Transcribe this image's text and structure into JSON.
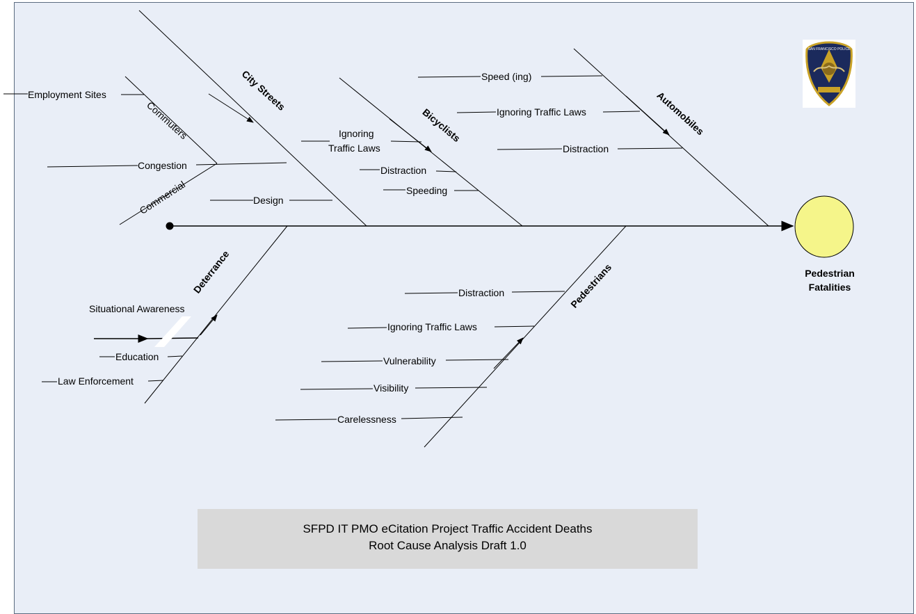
{
  "effect": {
    "line1": "Pedestrian",
    "line2": "Fatalities"
  },
  "title": {
    "line1": "SFPD IT PMO eCitation Project Traffic Accident Deaths",
    "line2": "Root Cause Analysis Draft 1.0"
  },
  "logo": {
    "text": "SAN FRANCISCO POLICE"
  },
  "categories": {
    "city_streets": {
      "label": "City Streets",
      "causes": {
        "employment_sites": "Employment Sites",
        "commuters": "Commuters",
        "congestion": "Congestion",
        "commercial": "Commercial",
        "design": "Design"
      }
    },
    "bicyclists": {
      "label": "Bicyclists",
      "causes": {
        "ignoring_1": "Ignoring",
        "ignoring_2": "Traffic Laws",
        "distraction": "Distraction",
        "speeding": "Speeding"
      }
    },
    "automobiles": {
      "label": "Automobiles",
      "causes": {
        "speed": "Speed (ing)",
        "ignoring": "Ignoring Traffic Laws",
        "distraction": "Distraction"
      }
    },
    "deterrance": {
      "label": "Deterrance",
      "causes": {
        "situational": "Situational Awareness",
        "education": "Education",
        "law_enforcement": "Law Enforcement"
      }
    },
    "pedestrians": {
      "label": "Pedestrians",
      "causes": {
        "distraction": "Distraction",
        "ignoring": "Ignoring Traffic Laws",
        "vulnerability": "Vulnerability",
        "visibility": "Visibility",
        "carelessness": "Carelessness"
      }
    }
  },
  "colors": {
    "background": "#e9eef7",
    "effect_fill": "#f5f58a",
    "title_box": "#d9d9d9"
  }
}
